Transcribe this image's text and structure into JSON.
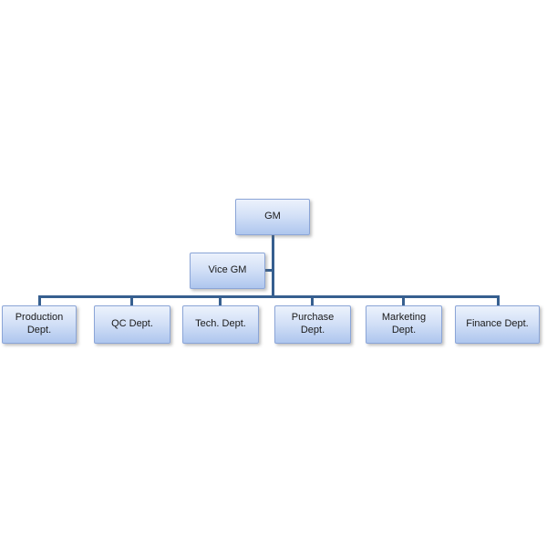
{
  "diagram": {
    "type": "org-chart",
    "nodes": {
      "gm": {
        "label": "GM"
      },
      "vice_gm": {
        "label": "Vice GM"
      },
      "departments": [
        {
          "label": "Production\nDept."
        },
        {
          "label": "QC Dept."
        },
        {
          "label": "Tech. Dept."
        },
        {
          "label": "Purchase\nDept."
        },
        {
          "label": "Marketing\nDept."
        },
        {
          "label": "Finance Dept."
        }
      ]
    },
    "edges": [
      {
        "from": "GM",
        "to": "Vice GM"
      },
      {
        "from": "GM",
        "to": "Production Dept."
      },
      {
        "from": "GM",
        "to": "QC Dept."
      },
      {
        "from": "GM",
        "to": "Tech. Dept."
      },
      {
        "from": "GM",
        "to": "Purchase Dept."
      },
      {
        "from": "GM",
        "to": "Marketing Dept."
      },
      {
        "from": "GM",
        "to": "Finance Dept."
      }
    ],
    "colors": {
      "node_fill_top": "#ecf2fc",
      "node_fill_bottom": "#aec6ee",
      "node_border": "#8ba5d7",
      "connector": "#365f8f",
      "text": "#1a1a1a",
      "background": "#ffffff"
    }
  }
}
